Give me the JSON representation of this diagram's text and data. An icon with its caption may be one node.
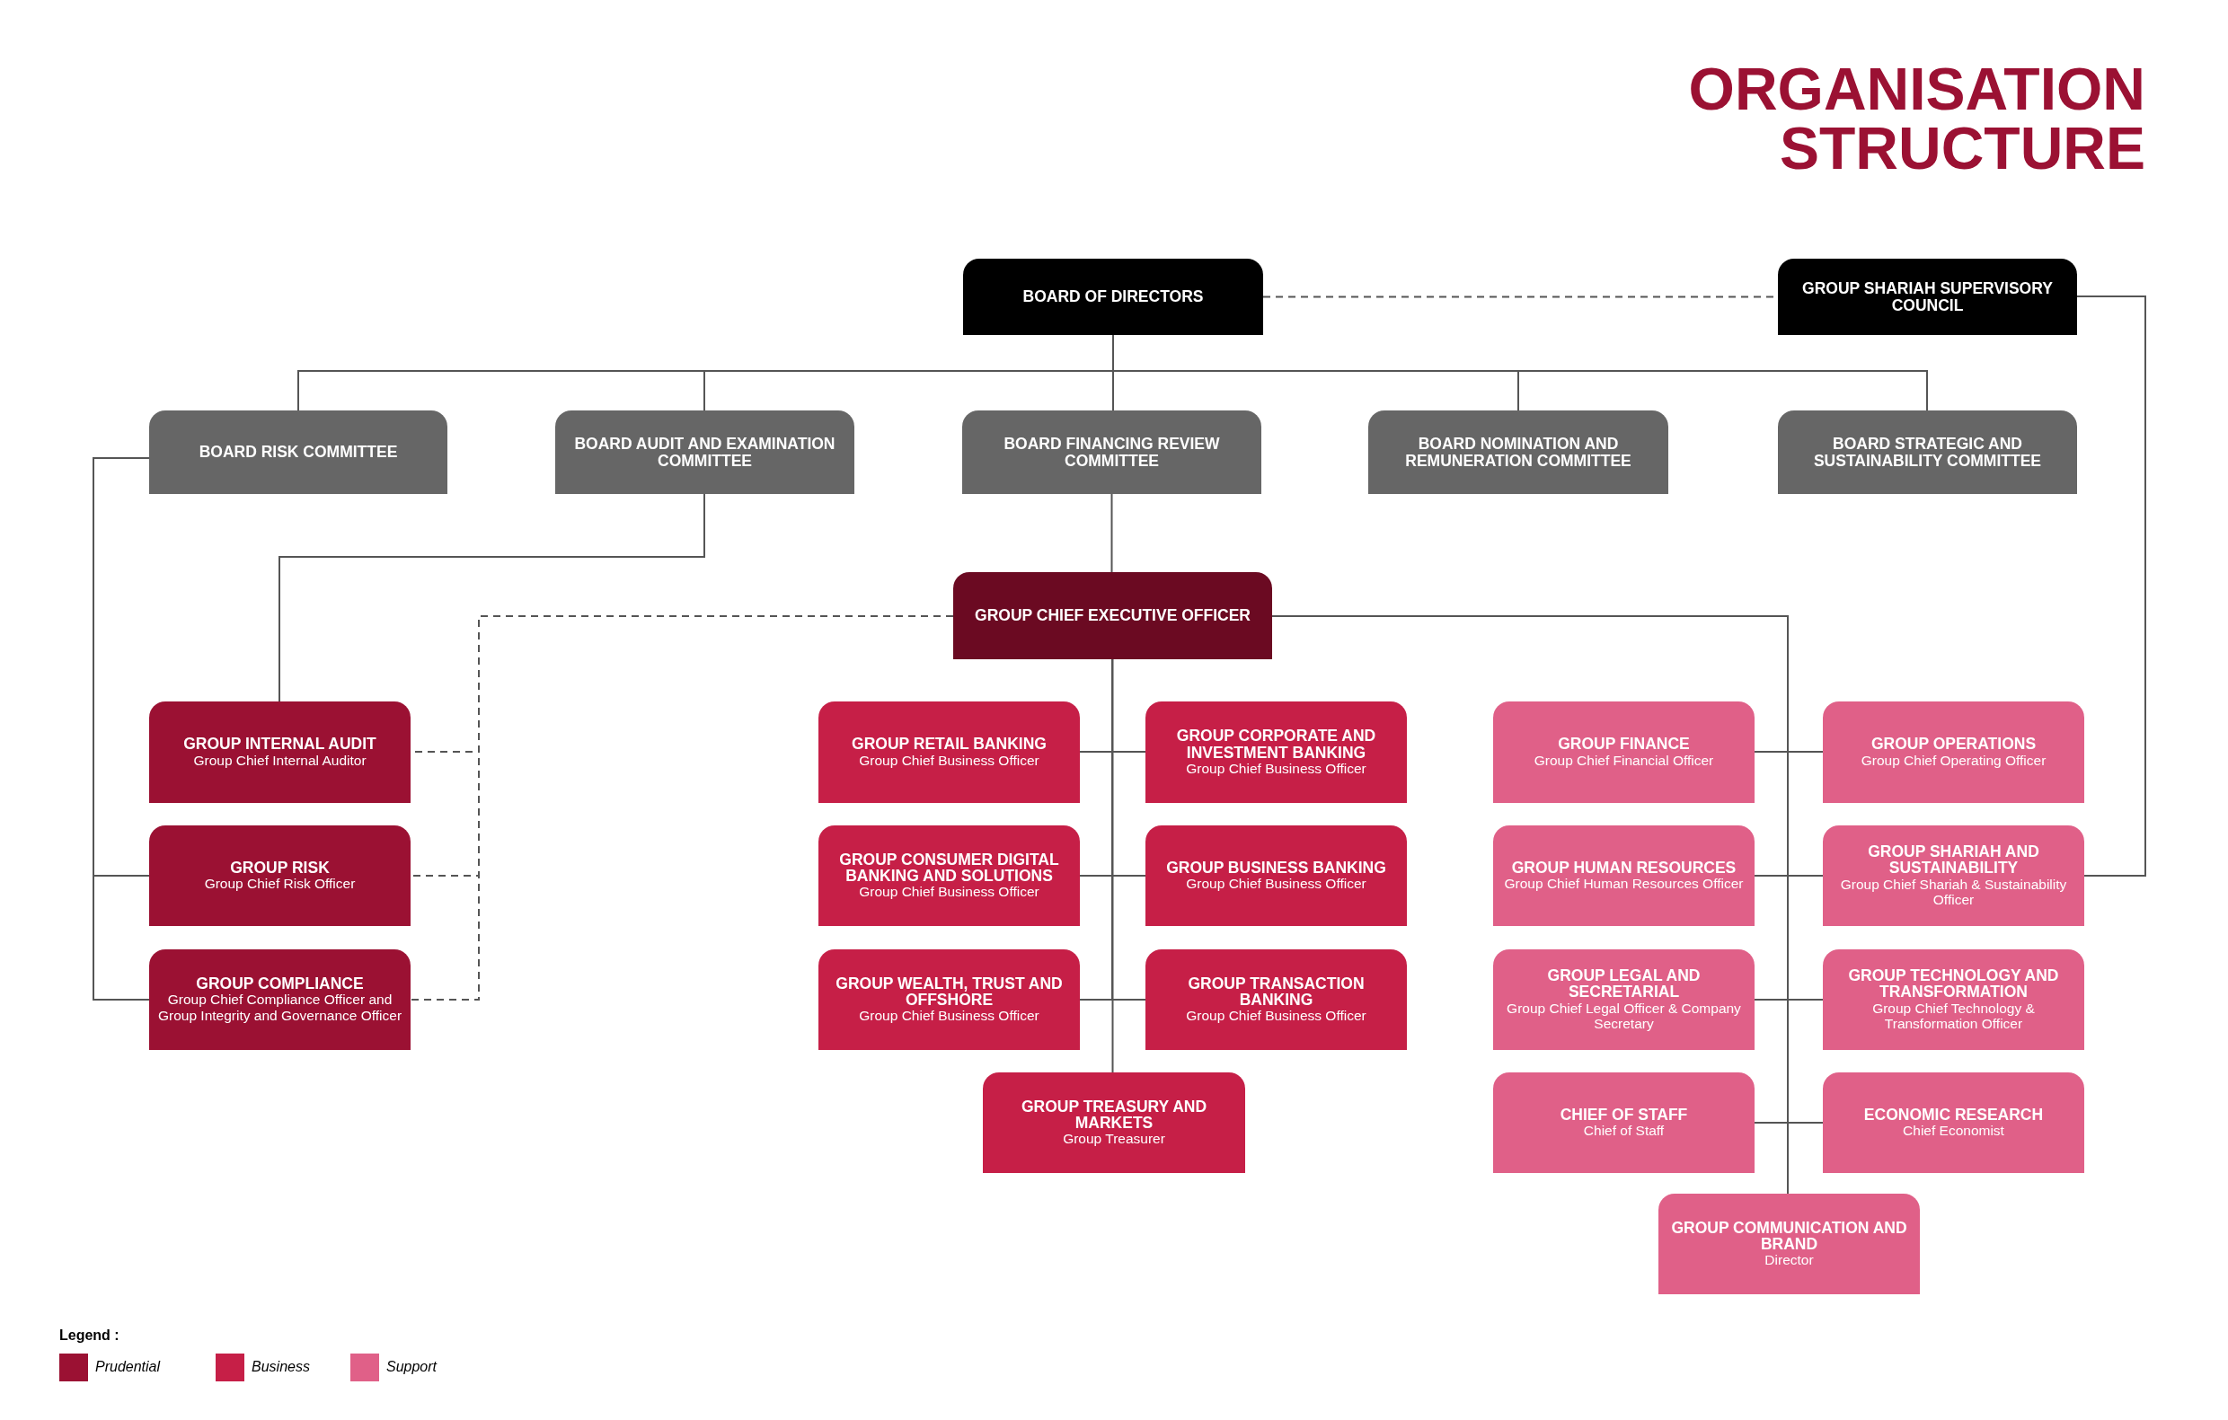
{
  "diagram": {
    "title": "ORGANISATION STRUCTURE",
    "nodes": [
      {
        "text": [
          "BOARD OF DIRECTORS"
        ]
      },
      {
        "text": [
          "GROUP SHARIAH SUPERVISORY COUNCIL"
        ]
      },
      {
        "text": [
          "BOARD RISK COMMITTEE"
        ]
      },
      {
        "text": [
          "BOARD AUDIT AND EXAMINATION COMMITTEE"
        ]
      },
      {
        "text": [
          "BOARD FINANCING REVIEW COMMITTEE"
        ]
      },
      {
        "text": [
          "BOARD NOMINATION AND REMUNERATION COMMITTEE"
        ]
      },
      {
        "text": [
          "BOARD STRATEGIC AND SUSTAINABILITY COMMITTEE"
        ]
      },
      {
        "text": [
          "GROUP CHIEF EXECUTIVE OFFICER"
        ]
      },
      {
        "text": [
          "GROUP INTERNAL AUDIT",
          "Group Chief Internal Auditor"
        ]
      },
      {
        "text": [
          "GROUP RETAIL BANKING",
          "Group Chief Business Officer"
        ]
      },
      {
        "text": [
          "GROUP CORPORATE AND INVESTMENT BANKING",
          "Group Chief Business Officer"
        ]
      },
      {
        "text": [
          "GROUP FINANCE",
          "Group Chief Financial Officer"
        ]
      },
      {
        "text": [
          "GROUP OPERATIONS",
          "Group Chief Operating Officer"
        ]
      },
      {
        "text": [
          "GROUP RISK",
          "Group Chief Risk Officer"
        ]
      },
      {
        "text": [
          "GROUP CONSUMER DIGITAL BANKING AND SOLUTIONS",
          "Group Chief Business Officer"
        ]
      },
      {
        "text": [
          "GROUP BUSINESS BANKING",
          "Group Chief Business Officer"
        ]
      },
      {
        "text": [
          "GROUP HUMAN RESOURCES",
          "Group Chief Human Resources Officer"
        ]
      },
      {
        "text": [
          "GROUP SHARIAH AND SUSTAINABILITY",
          "Group Chief Shariah & Sustainability Officer"
        ]
      },
      {
        "text": [
          "GROUP COMPLIANCE",
          "Group Chief Compliance Officer and Group Integrity and Governance Officer"
        ]
      },
      {
        "text": [
          "GROUP WEALTH, TRUST AND OFFSHORE",
          "Group Chief Business Officer"
        ]
      },
      {
        "text": [
          "GROUP TRANSACTION BANKING",
          "Group Chief Business Officer"
        ]
      },
      {
        "text": [
          "GROUP LEGAL AND SECRETARIAL",
          "Group Chief Legal Officer & Company Secretary"
        ]
      },
      {
        "text": [
          "GROUP TECHNOLOGY AND TRANSFORMATION",
          "Group Chief Technology & Transformation Officer"
        ]
      },
      {
        "text": [
          "GROUP TREASURY AND MARKETS",
          "Group Treasurer"
        ]
      },
      {
        "text": [
          "CHIEF OF STAFF",
          "Chief of Staff"
        ]
      },
      {
        "text": [
          "ECONOMIC RESEARCH",
          "Chief Economist"
        ]
      },
      {
        "text": [
          "GROUP COMMUNICATION AND BRAND",
          "Director"
        ]
      }
    ],
    "edges": [
      {
        "from": 0,
        "to": 1,
        "arrow": "none",
        "style": "dashed"
      },
      {
        "from": 0,
        "to": 2,
        "arrow": "none"
      },
      {
        "from": 0,
        "to": 3,
        "arrow": "none"
      },
      {
        "from": 0,
        "to": 4,
        "arrow": "none"
      },
      {
        "from": 0,
        "to": 5,
        "arrow": "none"
      },
      {
        "from": 0,
        "to": 6,
        "arrow": "none"
      },
      {
        "from": 4,
        "to": 7,
        "arrow": "none"
      },
      {
        "from": 3,
        "to": 8,
        "arrow": "none"
      },
      {
        "from": 2,
        "to": 13,
        "arrow": "none"
      },
      {
        "from": 2,
        "to": 18,
        "arrow": "none"
      },
      {
        "from": 7,
        "to": 8,
        "arrow": "none",
        "style": "dashed"
      },
      {
        "from": 7,
        "to": 13,
        "arrow": "none",
        "style": "dashed"
      },
      {
        "from": 7,
        "to": 18,
        "arrow": "none",
        "style": "dashed"
      },
      {
        "from": 7,
        "to": 9,
        "arrow": "none"
      },
      {
        "from": 7,
        "to": 10,
        "arrow": "none"
      },
      {
        "from": 7,
        "to": 14,
        "arrow": "none"
      },
      {
        "from": 7,
        "to": 15,
        "arrow": "none"
      },
      {
        "from": 7,
        "to": 19,
        "arrow": "none"
      },
      {
        "from": 7,
        "to": 20,
        "arrow": "none"
      },
      {
        "from": 7,
        "to": 23,
        "arrow": "none"
      },
      {
        "from": 7,
        "to": 11,
        "arrow": "none"
      },
      {
        "from": 7,
        "to": 12,
        "arrow": "none"
      },
      {
        "from": 7,
        "to": 16,
        "arrow": "none"
      },
      {
        "from": 7,
        "to": 17,
        "arrow": "none"
      },
      {
        "from": 7,
        "to": 21,
        "arrow": "none"
      },
      {
        "from": 7,
        "to": 22,
        "arrow": "none"
      },
      {
        "from": 7,
        "to": 24,
        "arrow": "none"
      },
      {
        "from": 7,
        "to": 25,
        "arrow": "none"
      },
      {
        "from": 7,
        "to": 26,
        "arrow": "none"
      },
      {
        "from": 1,
        "to": 17,
        "arrow": "none"
      }
    ],
    "labels": [
      "Legend :"
    ],
    "legend": [
      {
        "text": "Prudential",
        "color": "#9b1133"
      },
      {
        "text": "Business",
        "color": "#c61f47"
      },
      {
        "text": "Support",
        "color": "#e06088"
      }
    ]
  }
}
